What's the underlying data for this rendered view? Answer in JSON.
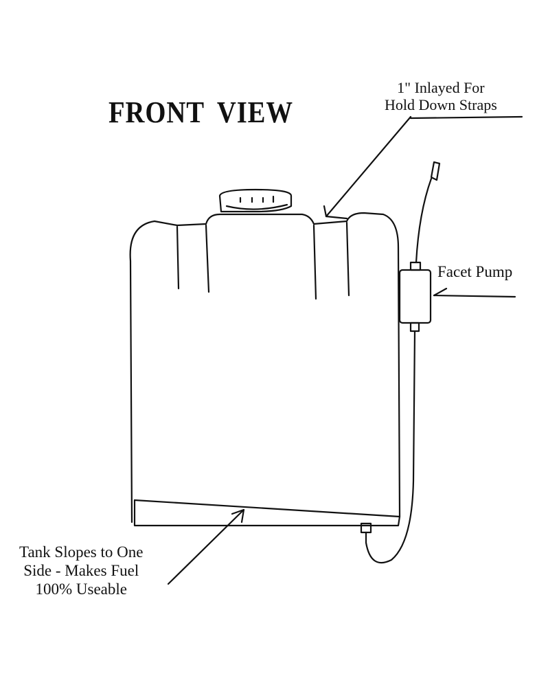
{
  "title": "FRONT VIEW",
  "labels": {
    "strap_line1": "1\" Inlayed For",
    "strap_line2": "Hold Down Straps",
    "pump": "Facet Pump",
    "slope_line1": "Tank Slopes to One",
    "slope_line2": "Side - Makes Fuel",
    "slope_line3": "100% Useable"
  }
}
